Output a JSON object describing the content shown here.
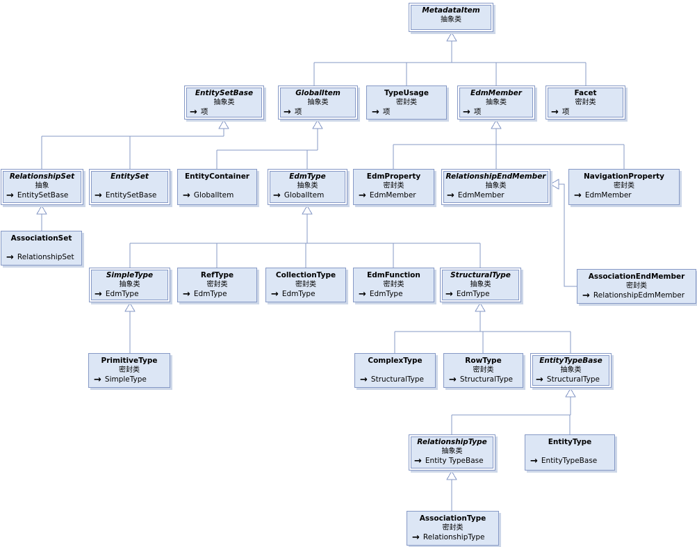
{
  "diagram": {
    "kind": "uml-class-inheritance-diagram",
    "colors": {
      "box_fill": "#dce6f5",
      "box_border": "#8598c5",
      "connector": "#8598c5",
      "shadow": "#cdd7e8",
      "text": "#000000"
    },
    "icons": {
      "inherits_arrow": "→"
    },
    "nodes": [
      {
        "name": "MetadataItem",
        "stereotype": "抽象类",
        "base": "",
        "abstract": true,
        "double_border": true
      },
      {
        "name": "EntitySetBase",
        "stereotype": "抽象类",
        "base": "项",
        "abstract": true,
        "double_border": true
      },
      {
        "name": "GlobalItem",
        "stereotype": "抽象类",
        "base": "项",
        "abstract": true,
        "double_border": true
      },
      {
        "name": "TypeUsage",
        "stereotype": "密封类",
        "base": "项",
        "abstract": false,
        "double_border": false
      },
      {
        "name": "EdmMember",
        "stereotype": "抽象类",
        "base": "项",
        "abstract": true,
        "double_border": true
      },
      {
        "name": "Facet",
        "stereotype": "密封类",
        "base": "项",
        "abstract": false,
        "double_border": true
      },
      {
        "name": "RelationshipSet",
        "stereotype": "抽象",
        "base": "EntitySetBase",
        "abstract": true,
        "double_border": true
      },
      {
        "name": "EntitySet",
        "stereotype": "",
        "base": "EntitySetBase",
        "abstract": true,
        "double_border": true
      },
      {
        "name": "EntityContainer",
        "stereotype": "",
        "base": "GlobalItem",
        "abstract": false,
        "double_border": false
      },
      {
        "name": "EdmType",
        "stereotype": "抽象类",
        "base": "GlobalItem",
        "abstract": true,
        "double_border": true
      },
      {
        "name": "EdmProperty",
        "stereotype": "密封类",
        "base": "EdmMember",
        "abstract": false,
        "double_border": false
      },
      {
        "name": "RelationshipEndMember",
        "stereotype": "抽象类",
        "base": "EdmMember",
        "abstract": true,
        "double_border": true
      },
      {
        "name": "NavigationProperty",
        "stereotype": "密封类",
        "base": "EdmMember",
        "abstract": false,
        "double_border": false
      },
      {
        "name": "AssociationSet",
        "stereotype": "",
        "base": "RelationshipSet",
        "abstract": false,
        "double_border": false
      },
      {
        "name": "SimpleType",
        "stereotype": "抽象类",
        "base": "EdmType",
        "abstract": true,
        "double_border": true
      },
      {
        "name": "RefType",
        "stereotype": "密封类",
        "base": "EdmType",
        "abstract": false,
        "double_border": false
      },
      {
        "name": "CollectionType",
        "stereotype": "密封类",
        "base": "EdmType",
        "abstract": false,
        "double_border": false
      },
      {
        "name": "EdmFunction",
        "stereotype": "密封类",
        "base": "EdmType",
        "abstract": false,
        "double_border": false
      },
      {
        "name": "StructuralType",
        "stereotype": "抽象类",
        "base": "EdmType",
        "abstract": true,
        "double_border": true
      },
      {
        "name": "AssociationEndMember",
        "stereotype": "密封类",
        "base": "RelationshipEdmMember",
        "abstract": false,
        "double_border": false
      },
      {
        "name": "PrimitiveType",
        "stereotype": "密封类",
        "base": "SimpleType",
        "abstract": false,
        "double_border": false
      },
      {
        "name": "ComplexType",
        "stereotype": "",
        "base": "StructuralType",
        "abstract": false,
        "double_border": false
      },
      {
        "name": "RowType",
        "stereotype": "密封类",
        "base": "StructuralType",
        "abstract": false,
        "double_border": false
      },
      {
        "name": "EntityTypeBase",
        "stereotype": "抽象类",
        "base": "StructuralType",
        "abstract": true,
        "double_border": true
      },
      {
        "name": "RelationshipType",
        "stereotype": "抽象类",
        "base": "Entity TypeBase",
        "abstract": true,
        "double_border": true
      },
      {
        "name": "EntityType",
        "stereotype": "",
        "base": "EntityTypeBase",
        "abstract": false,
        "double_border": false
      },
      {
        "name": "AssociationType",
        "stereotype": "密封类",
        "base": "RelationshipType",
        "abstract": false,
        "double_border": false
      }
    ],
    "edges": [
      {
        "child": "GlobalItem",
        "parent": "MetadataItem"
      },
      {
        "child": "TypeUsage",
        "parent": "MetadataItem"
      },
      {
        "child": "EdmMember",
        "parent": "MetadataItem"
      },
      {
        "child": "Facet",
        "parent": "MetadataItem"
      },
      {
        "child": "RelationshipSet",
        "parent": "EntitySetBase"
      },
      {
        "child": "EntitySet",
        "parent": "EntitySetBase"
      },
      {
        "child": "EntityContainer",
        "parent": "GlobalItem"
      },
      {
        "child": "EdmType",
        "parent": "GlobalItem"
      },
      {
        "child": "EdmProperty",
        "parent": "EdmMember"
      },
      {
        "child": "RelationshipEndMember",
        "parent": "EdmMember"
      },
      {
        "child": "NavigationProperty",
        "parent": "EdmMember"
      },
      {
        "child": "AssociationSet",
        "parent": "RelationshipSet"
      },
      {
        "child": "SimpleType",
        "parent": "EdmType"
      },
      {
        "child": "RefType",
        "parent": "EdmType"
      },
      {
        "child": "CollectionType",
        "parent": "EdmType"
      },
      {
        "child": "EdmFunction",
        "parent": "EdmType"
      },
      {
        "child": "StructuralType",
        "parent": "EdmType"
      },
      {
        "child": "AssociationEndMember",
        "parent": "RelationshipEndMember"
      },
      {
        "child": "PrimitiveType",
        "parent": "SimpleType"
      },
      {
        "child": "ComplexType",
        "parent": "StructuralType"
      },
      {
        "child": "RowType",
        "parent": "StructuralType"
      },
      {
        "child": "EntityTypeBase",
        "parent": "StructuralType"
      },
      {
        "child": "RelationshipType",
        "parent": "EntityTypeBase"
      },
      {
        "child": "EntityType",
        "parent": "EntityTypeBase"
      },
      {
        "child": "AssociationType",
        "parent": "RelationshipType"
      }
    ]
  }
}
